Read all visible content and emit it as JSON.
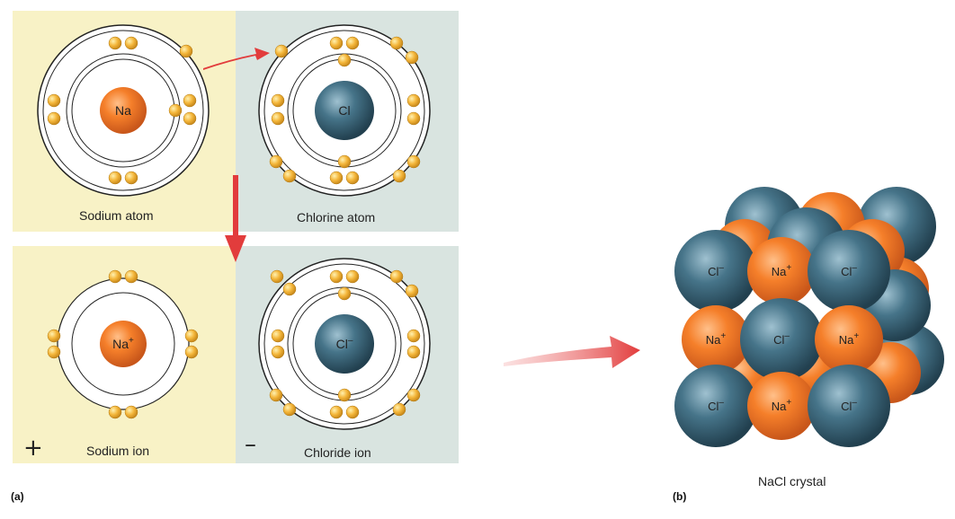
{
  "panel_a": {
    "corner_label": "(a)",
    "sodium_atom": {
      "label": "Sodium atom",
      "nucleus": "Na"
    },
    "chlorine_atom": {
      "label": "Chlorine atom",
      "nucleus": "Cl"
    },
    "sodium_ion": {
      "label": "Sodium ion",
      "nucleus": "Na",
      "charge": "+",
      "sign": "+"
    },
    "chloride_ion": {
      "label": "Chloride ion",
      "nucleus": "Cl",
      "charge": "–",
      "sign": "–"
    }
  },
  "panel_b": {
    "corner_label": "(b)",
    "crystal_label": "NaCl crystal",
    "ion_labels": {
      "na": {
        "base": "Na",
        "sup": "+"
      },
      "cl": {
        "base": "Cl",
        "sup": "–"
      }
    }
  },
  "colors": {
    "sodium_bg": "#f8f2c6",
    "chlorine_bg": "#d9e4e0",
    "sodium": "#f07a26",
    "chlorine": "#3f6b80",
    "electron": "#f2b73e",
    "arrow": "#e23c3c"
  }
}
